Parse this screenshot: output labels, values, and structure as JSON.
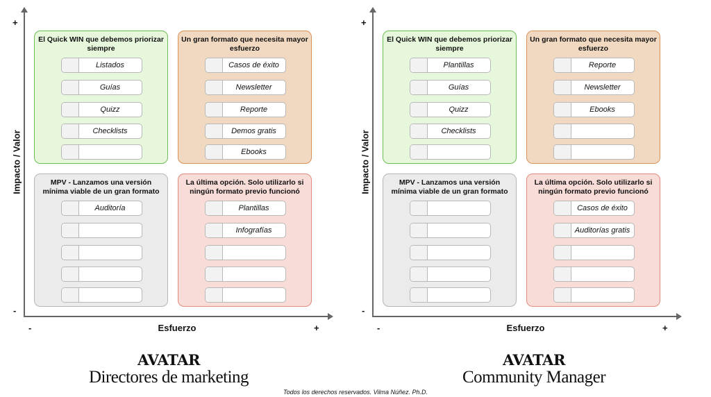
{
  "colors": {
    "quick_win_fill": "#e6f7dc",
    "quick_win_border": "#6dbf55",
    "gran_formato_fill": "#f1d9c1",
    "gran_formato_border": "#d9915a",
    "mpv_fill": "#ebebeb",
    "mpv_border": "#b5b5b5",
    "ultima_fill": "#f8dcd7",
    "ultima_border": "#e0897d"
  },
  "matrices": [
    {
      "y_label": "Impacto / Valor",
      "x_label": "Esfuerzo",
      "plus": "+",
      "minus": "-",
      "quadrants": {
        "tl": {
          "title": "El Quick WIN que debemos priorizar siempre",
          "items": [
            "Listados",
            "Guías",
            "Quizz",
            "Checklists",
            ""
          ]
        },
        "tr": {
          "title": "Un gran formato que necesita mayor esfuerzo",
          "items": [
            "Casos de éxito",
            "Newsletter",
            "Reporte",
            "Demos gratis",
            "Ebooks"
          ]
        },
        "bl": {
          "title": "MPV - Lanzamos una versión mínima viable de un gran formato",
          "items": [
            "Auditoría",
            "",
            "",
            "",
            ""
          ]
        },
        "br": {
          "title": "La última opción. Solo utilizarlo si ningún formato previo funcionó",
          "items": [
            "Plantillas",
            "Infografías",
            "",
            "",
            ""
          ]
        }
      },
      "avatar": "AVATAR",
      "audience": "Directores de marketing"
    },
    {
      "y_label": "Impacto / Valor",
      "x_label": "Esfuerzo",
      "plus": "+",
      "minus": "-",
      "quadrants": {
        "tl": {
          "title": "El Quick WIN que debemos priorizar siempre",
          "items": [
            "Plantillas",
            "Guías",
            "Quizz",
            "Checklists",
            ""
          ]
        },
        "tr": {
          "title": "Un gran formato que necesita mayor esfuerzo",
          "items": [
            "Reporte",
            "Newsletter",
            "Ebooks",
            "",
            ""
          ]
        },
        "bl": {
          "title": "MPV - Lanzamos una versión mínima viable de un gran formato",
          "items": [
            "",
            "",
            "",
            "",
            ""
          ]
        },
        "br": {
          "title": "La última opción. Solo utilizarlo si ningún formato previo funcionó",
          "items": [
            "Casos de éxito",
            "Auditorías gratis",
            "",
            "",
            ""
          ]
        }
      },
      "avatar": "AVATAR",
      "audience": "Community Manager"
    }
  ],
  "footer": "Todos los derechos reservados. Vilma Núñez. Ph.D."
}
